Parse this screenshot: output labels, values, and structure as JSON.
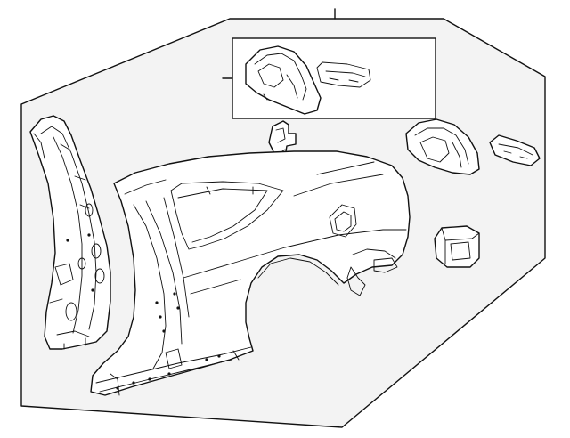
{
  "diagram": {
    "colors": {
      "background": "#ffffff",
      "panel_fill": "#f3f3f3",
      "line": "#111111"
    },
    "parts": [
      {
        "id": "inner-pillar",
        "icon": "inner-pillar-panel-icon"
      },
      {
        "id": "quarter-panel",
        "icon": "quarter-panel-icon"
      },
      {
        "id": "wheelhouse-extension",
        "icon": "wheelhouse-extension-icon"
      },
      {
        "id": "small-bracket",
        "icon": "bracket-icon"
      },
      {
        "id": "clip-bracket",
        "icon": "clip-icon"
      },
      {
        "id": "fuel-pocket",
        "icon": "fuel-pocket-icon"
      },
      {
        "id": "boxed-assembly",
        "icon": "boxed-subassembly-icon"
      }
    ]
  }
}
